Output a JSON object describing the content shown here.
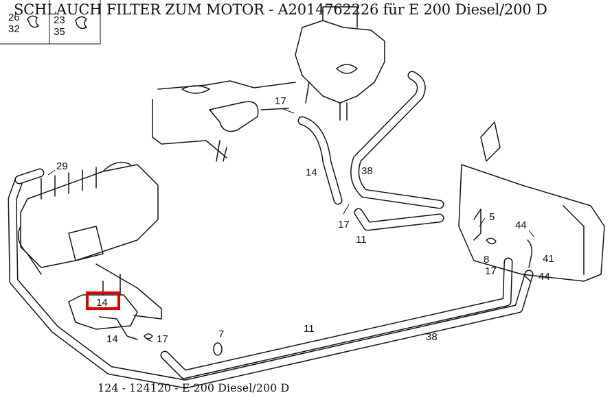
{
  "title": "SCHLAUCH FILTER ZUM MOTOR - A2014762226 für E 200 Diesel/200 D",
  "footer": "124 - 124120 - E 200 Diesel/200 D",
  "legend": [
    {
      "top": "26",
      "bottom": "32"
    },
    {
      "top": "23",
      "bottom": "35"
    }
  ],
  "callouts": [
    {
      "id": "29",
      "text": "29"
    },
    {
      "id": "17a",
      "text": "17"
    },
    {
      "id": "14a",
      "text": "14"
    },
    {
      "id": "38a",
      "text": "38"
    },
    {
      "id": "17b",
      "text": "17"
    },
    {
      "id": "11a",
      "text": "11"
    },
    {
      "id": "5",
      "text": "5"
    },
    {
      "id": "44a",
      "text": "44"
    },
    {
      "id": "8",
      "text": "8"
    },
    {
      "id": "17c",
      "text": "17"
    },
    {
      "id": "41",
      "text": "41"
    },
    {
      "id": "44b",
      "text": "44"
    },
    {
      "id": "14b",
      "text": "14"
    },
    {
      "id": "14c",
      "text": "14"
    },
    {
      "id": "17d",
      "text": "17"
    },
    {
      "id": "7",
      "text": "7"
    },
    {
      "id": "11b",
      "text": "11"
    },
    {
      "id": "38b",
      "text": "38"
    }
  ],
  "highlight": {
    "label": "14",
    "color": "#e00000"
  }
}
